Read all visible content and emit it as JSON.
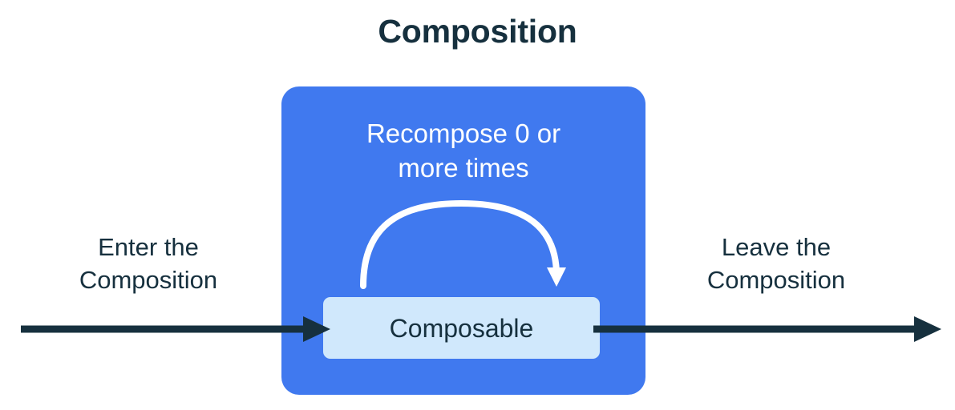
{
  "title": "Composition",
  "colors": {
    "background": "#ffffff",
    "composition_box": "#4079EF",
    "composable_box": "#D0E8FC",
    "text_dark": "#16303E",
    "text_light": "#ffffff",
    "arrow_dark": "#16303E",
    "arrow_light": "#ffffff"
  },
  "composition": {
    "recompose_label": "Recompose 0 or\nmore times",
    "loop_arrow_name": "recompose-loop-arrow",
    "composable": {
      "label": "Composable"
    }
  },
  "flow": {
    "enter": {
      "label": "Enter the\nComposition",
      "arrow_name": "enter-composition-arrow",
      "direction": "right"
    },
    "leave": {
      "label": "Leave the\nComposition",
      "arrow_name": "leave-composition-arrow",
      "direction": "right"
    }
  }
}
